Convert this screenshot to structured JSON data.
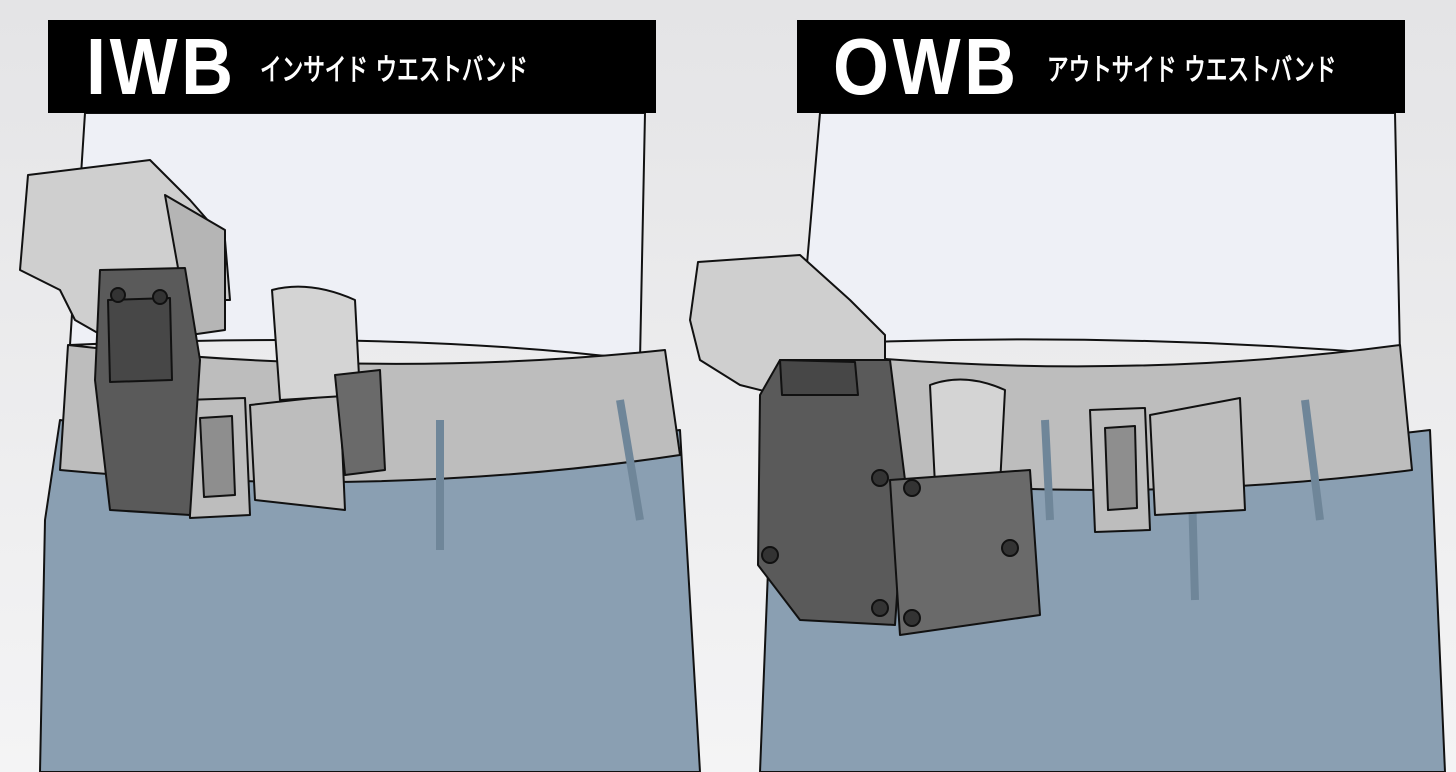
{
  "panels": [
    {
      "key": "iwb",
      "title": "IWB",
      "subtitle": "インサイド ウエストバンド"
    },
    {
      "key": "owb",
      "title": "OWB",
      "subtitle": "アウトサイド ウエストバンド"
    }
  ],
  "colors": {
    "shirt": "#eef0f6",
    "jeans": "#8a9fb2",
    "belt": "#bdbdbd",
    "holster": "#5a5a5a",
    "pistol": "#c8c8c8",
    "label_bg": "#000000",
    "label_text": "#ffffff"
  }
}
